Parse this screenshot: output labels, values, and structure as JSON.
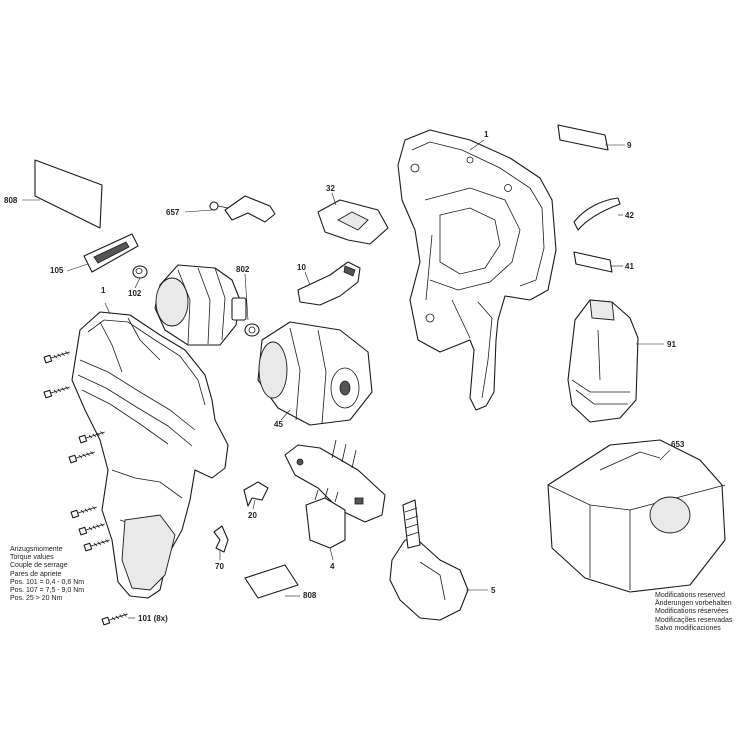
{
  "callouts": {
    "c1_top": "1",
    "c1_left": "1",
    "c9": "9",
    "c42": "42",
    "c41": "41",
    "c91": "91",
    "c653": "653",
    "c808_top": "808",
    "c808_bottom": "808",
    "c657": "657",
    "c32": "32",
    "c10": "10",
    "c105": "105",
    "c102": "102",
    "c802": "802",
    "c45": "45",
    "c20": "20",
    "c70": "70",
    "c4": "4",
    "c5": "5",
    "c101": "101 (8x)"
  },
  "torque_note": [
    "Anzugsmomente",
    "Torque values",
    "Couple de serrage",
    "Pares de apriete",
    "Pos. 101  = 0,4 - 0,6 Nm",
    "Pos. 107  = 7,5 - 9,0 Nm",
    "Pos. 25   > 20 Nm"
  ],
  "modifications_note": [
    "Modifications reserved",
    "Änderungen vorbehalten",
    "Modifications réservées",
    "Modificações reservadas",
    "Salvo modificaciones"
  ]
}
